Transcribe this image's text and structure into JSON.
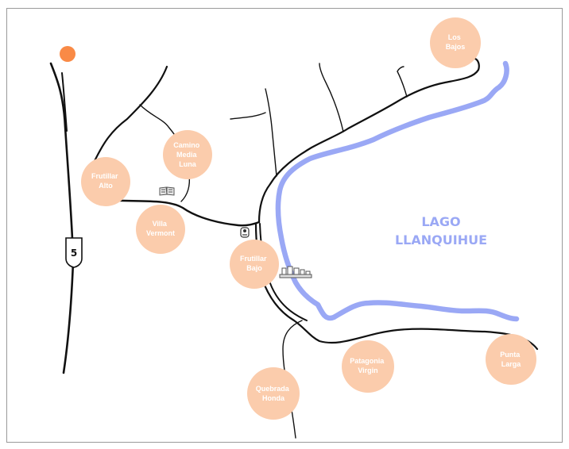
{
  "map": {
    "lake": {
      "line1": "LAGO",
      "line2": "LLANQUIHUE",
      "color": "#9aa8f5"
    },
    "route_shield": "5",
    "colors": {
      "place_fill": "#fbccac",
      "marker": "#f98a46",
      "road": "#111111",
      "frame": "#9a9a9a"
    },
    "places": [
      {
        "id": "los-bajos",
        "lines": [
          "Los",
          "Bajos"
        ]
      },
      {
        "id": "camino-media-luna",
        "lines": [
          "Camino",
          "Media",
          "Luna"
        ]
      },
      {
        "id": "frutillar-alto",
        "lines": [
          "Frutillar",
          "Alto"
        ]
      },
      {
        "id": "villa-vermont",
        "lines": [
          "Villa",
          "Vermont"
        ]
      },
      {
        "id": "frutillar-bajo",
        "lines": [
          "Frutillar",
          "Bajo"
        ]
      },
      {
        "id": "patagonia-virgin",
        "lines": [
          "Patagonia",
          "Virgin"
        ]
      },
      {
        "id": "punta-larga",
        "lines": [
          "Punta",
          "Larga"
        ]
      },
      {
        "id": "quebrada-honda",
        "lines": [
          "Quebrada",
          "Honda"
        ]
      }
    ],
    "icons": [
      "book-icon",
      "info-point-icon",
      "museum-icon",
      "location-marker-icon"
    ]
  }
}
